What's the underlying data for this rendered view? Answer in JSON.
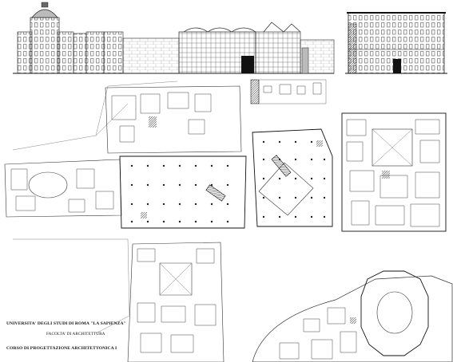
{
  "title_block": {
    "university": "UNIVERSITA' DEGLI STUDI DI ROMA \"LA SAPIENZA\"",
    "faculty": "FACOLTA' DI ARCHITETTURA",
    "course": "CORSO DI PROGETTAZIONE ARCHITETTONICA I"
  },
  "colors": {
    "ink": "#1a1a1a",
    "paper": "#ffffff",
    "hatch": "#555555"
  }
}
